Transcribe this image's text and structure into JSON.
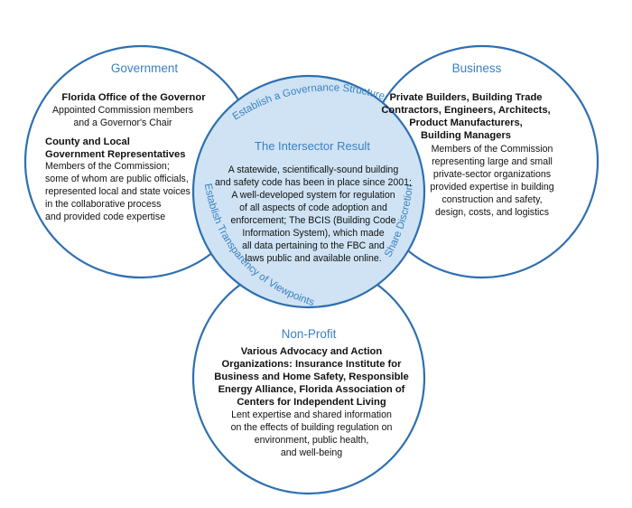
{
  "government": {
    "title": "Government",
    "block1_bold": [
      "Florida Office of the Governor"
    ],
    "block1_text": [
      "Appointed Commission members",
      "and a Governor's Chair"
    ],
    "block2_bold": [
      "County and Local",
      "Government Representatives"
    ],
    "block2_text": [
      "Members of the Commission;",
      "some of whom are public officials,",
      "represented local and state voices",
      "in the collaborative process",
      "and provided code expertise"
    ]
  },
  "business": {
    "title": "Business",
    "bold": [
      "Private Builders, Building Trade",
      "Contractors, Engineers, Architects,",
      "Product Manufacturers,",
      "Building Managers"
    ],
    "text": [
      "Members of the Commission",
      "representing large and small",
      "private-sector organizations",
      "provided expertise in building",
      "construction and safety,",
      "design, costs, and logistics"
    ]
  },
  "nonprofit": {
    "title": "Non-Profit",
    "bold": [
      "Various Advocacy and Action",
      "Organizations: Insurance Institute for",
      "Business and Home Safety, Responsible",
      "Energy Alliance, Florida Association of",
      "Centers for Independent Living"
    ],
    "text": [
      "Lent expertise and shared information",
      "on the effects of building regulation on",
      "environment, public health,",
      "and well-being"
    ]
  },
  "center": {
    "title": "The Intersector Result",
    "text": [
      "A statewide, scientifically-sound building",
      "and safety code has been in place since 2001;",
      "A well-developed system for regulation",
      "of all aspects of code adoption and",
      "enforcement; The BCIS (Building Code",
      "Information System), which made",
      "all data pertaining to the FBC and",
      "laws public and available online."
    ]
  },
  "arc_labels": {
    "top": "Establish a Governance Structure",
    "left": "Establish Transparency of Viewpoints",
    "right": "Share Discretion"
  }
}
